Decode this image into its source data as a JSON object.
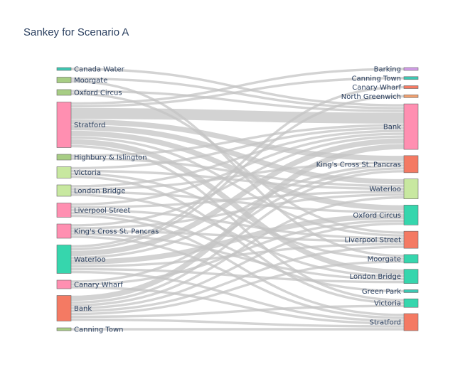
{
  "chart_data": {
    "type": "sankey",
    "title": "Sankey for Scenario A",
    "sources": [
      {
        "name": "Canada Water",
        "color": "#3dc7b2"
      },
      {
        "name": "Moorgate",
        "color": "#a7cd84"
      },
      {
        "name": "Oxford Circus",
        "color": "#a7cd84"
      },
      {
        "name": "Stratford",
        "color": "#ff8fb1"
      },
      {
        "name": "Highbury & Islington",
        "color": "#a7cd84"
      },
      {
        "name": "Victoria",
        "color": "#c8e8a0"
      },
      {
        "name": "London Bridge",
        "color": "#c8e8a0"
      },
      {
        "name": "Liverpool Street",
        "color": "#ff8fb1"
      },
      {
        "name": "King's Cross St. Pancras",
        "color": "#ff8fb1"
      },
      {
        "name": "Waterloo",
        "color": "#36d6ad"
      },
      {
        "name": "Canary Wharf",
        "color": "#ff8fb1"
      },
      {
        "name": "Bank",
        "color": "#f47a63"
      },
      {
        "name": "Canning Town",
        "color": "#a7cd84"
      }
    ],
    "targets": [
      {
        "name": "Barking",
        "color": "#d29de8"
      },
      {
        "name": "Canning Town",
        "color": "#3dc7b2"
      },
      {
        "name": "Canary Wharf",
        "color": "#f47a63"
      },
      {
        "name": "North Greenwich",
        "color": "#f0a070"
      },
      {
        "name": "Bank",
        "color": "#ff8fb1"
      },
      {
        "name": "King's Cross St. Pancras",
        "color": "#f47a63"
      },
      {
        "name": "Waterloo",
        "color": "#c8e8a0"
      },
      {
        "name": "Oxford Circus",
        "color": "#36d6ad"
      },
      {
        "name": "Liverpool Street",
        "color": "#f47a63"
      },
      {
        "name": "Moorgate",
        "color": "#36d6ad"
      },
      {
        "name": "London Bridge",
        "color": "#36d6ad"
      },
      {
        "name": "Green Park",
        "color": "#3dc7b2"
      },
      {
        "name": "Victoria",
        "color": "#36d6ad"
      },
      {
        "name": "Stratford",
        "color": "#f47a63"
      }
    ],
    "links": [
      {
        "source": 0,
        "target": 4,
        "value": 1
      },
      {
        "source": 1,
        "target": 4,
        "value": 1
      },
      {
        "source": 1,
        "target": 9,
        "value": 1
      },
      {
        "source": 2,
        "target": 4,
        "value": 1
      },
      {
        "source": 2,
        "target": 8,
        "value": 1
      },
      {
        "source": 3,
        "target": 0,
        "value": 1
      },
      {
        "source": 3,
        "target": 1,
        "value": 1
      },
      {
        "source": 3,
        "target": 4,
        "value": 4
      },
      {
        "source": 3,
        "target": 5,
        "value": 2
      },
      {
        "source": 3,
        "target": 6,
        "value": 2
      },
      {
        "source": 3,
        "target": 7,
        "value": 2
      },
      {
        "source": 3,
        "target": 8,
        "value": 1
      },
      {
        "source": 3,
        "target": 10,
        "value": 2
      },
      {
        "source": 3,
        "target": 12,
        "value": 1
      },
      {
        "source": 4,
        "target": 4,
        "value": 1
      },
      {
        "source": 4,
        "target": 6,
        "value": 1
      },
      {
        "source": 5,
        "target": 4,
        "value": 1
      },
      {
        "source": 5,
        "target": 6,
        "value": 1
      },
      {
        "source": 5,
        "target": 9,
        "value": 1
      },
      {
        "source": 5,
        "target": 12,
        "value": 1
      },
      {
        "source": 6,
        "target": 4,
        "value": 1
      },
      {
        "source": 6,
        "target": 5,
        "value": 1
      },
      {
        "source": 6,
        "target": 7,
        "value": 1
      },
      {
        "source": 6,
        "target": 10,
        "value": 1
      },
      {
        "source": 7,
        "target": 4,
        "value": 1
      },
      {
        "source": 7,
        "target": 6,
        "value": 1
      },
      {
        "source": 7,
        "target": 8,
        "value": 1
      },
      {
        "source": 7,
        "target": 11,
        "value": 1
      },
      {
        "source": 7,
        "target": 13,
        "value": 1
      },
      {
        "source": 8,
        "target": 4,
        "value": 1
      },
      {
        "source": 8,
        "target": 6,
        "value": 1
      },
      {
        "source": 8,
        "target": 8,
        "value": 1
      },
      {
        "source": 8,
        "target": 10,
        "value": 1
      },
      {
        "source": 8,
        "target": 13,
        "value": 1
      },
      {
        "source": 9,
        "target": 2,
        "value": 1
      },
      {
        "source": 9,
        "target": 3,
        "value": 1
      },
      {
        "source": 9,
        "target": 4,
        "value": 2
      },
      {
        "source": 9,
        "target": 5,
        "value": 1
      },
      {
        "source": 9,
        "target": 7,
        "value": 2
      },
      {
        "source": 9,
        "target": 8,
        "value": 1
      },
      {
        "source": 9,
        "target": 10,
        "value": 1
      },
      {
        "source": 9,
        "target": 13,
        "value": 1
      },
      {
        "source": 10,
        "target": 5,
        "value": 1
      },
      {
        "source": 10,
        "target": 7,
        "value": 1
      },
      {
        "source": 10,
        "target": 13,
        "value": 1
      },
      {
        "source": 11,
        "target": 4,
        "value": 2
      },
      {
        "source": 11,
        "target": 5,
        "value": 1
      },
      {
        "source": 11,
        "target": 6,
        "value": 1
      },
      {
        "source": 11,
        "target": 7,
        "value": 1
      },
      {
        "source": 11,
        "target": 8,
        "value": 1
      },
      {
        "source": 11,
        "target": 9,
        "value": 1
      },
      {
        "source": 11,
        "target": 12,
        "value": 1
      },
      {
        "source": 11,
        "target": 13,
        "value": 1
      },
      {
        "source": 12,
        "target": 13,
        "value": 1
      }
    ]
  }
}
